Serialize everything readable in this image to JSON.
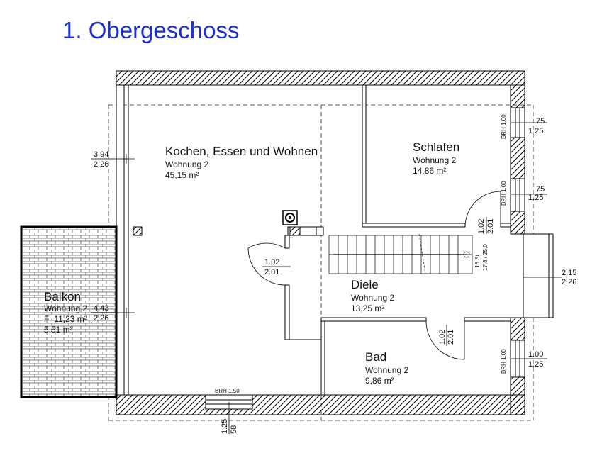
{
  "title": "1. Obergeschoss",
  "rooms": {
    "kochen": {
      "name": "Kochen, Essen und Wohnen",
      "unit": "Wohnung 2",
      "area": "45,15 m²"
    },
    "schlafen": {
      "name": "Schlafen",
      "unit": "Wohnung 2",
      "area": "14,86 m²"
    },
    "diele": {
      "name": "Diele",
      "unit": "Wohnung 2",
      "area": "13,25 m²"
    },
    "bad": {
      "name": "Bad",
      "unit": "Wohnung 2",
      "area": "9,86 m²"
    },
    "balkon": {
      "name": "Balkon",
      "unit": "Wohnung 2",
      "factor": "F=11,23 m²",
      "area": "5,51 m²"
    }
  },
  "dimensions": {
    "window_left_top": "3.94",
    "window_left_bottom": "2.26",
    "balkon_door_top": "4.43",
    "balkon_door_bottom": "2.26",
    "door_diele_top": "1.02",
    "door_diele_bottom": "2.01",
    "door_schlafen_top": "1.02",
    "door_schlafen_bottom": "2.01",
    "door_bad_top": "1.02",
    "door_bad_bottom": "2.01",
    "window_schlafen1_top": "75",
    "window_schlafen1_bottom": "1.25",
    "window_schlafen2_top": "75",
    "window_schlafen2_bottom": "1.25",
    "window_right_top": "2.15",
    "window_right_bottom": "2.26",
    "window_bad_top": "1.00",
    "window_bad_bottom": "1.25",
    "window_bottom_top": "1.25",
    "window_bottom_bottom": "58"
  },
  "brh": {
    "schlafen1": "BRH 1.00",
    "schlafen2": "BRH 1.00",
    "bad": "BRH 1.00",
    "bottom": "BRH 1.50"
  },
  "stair": {
    "count": "16 St",
    "ratio": "17,8 / 25,0"
  }
}
